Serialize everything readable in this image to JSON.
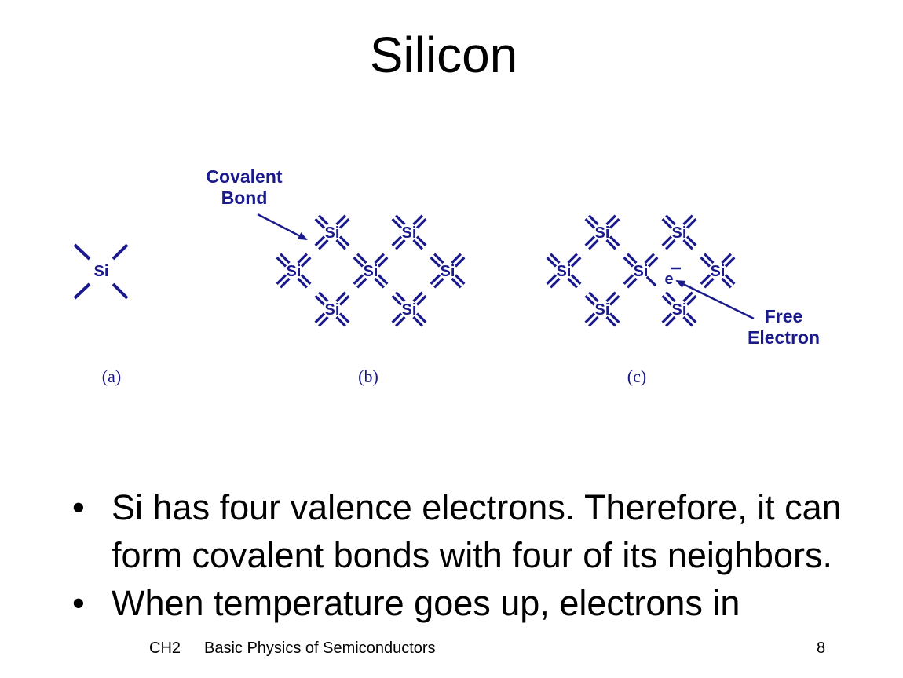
{
  "slide": {
    "title": "Silicon",
    "page_number": "8"
  },
  "footer": {
    "course": "CH2",
    "subject": "Basic Physics of Semiconductors"
  },
  "diagram": {
    "colors": {
      "bond": "#1a1a8c",
      "label": "#1a1a8c"
    },
    "atom_label": "Si",
    "electron_label": "e",
    "callouts": {
      "covalent_line1": "Covalent",
      "covalent_line2": "Bond",
      "free_line1": "Free",
      "free_line2": "Electron"
    },
    "captions": {
      "a": "(a)",
      "b": "(b)",
      "c": "(c)"
    }
  },
  "bullets": [
    "Si has four valence electrons. Therefore, it can form covalent bonds with four of its neighbors.",
    "When temperature goes up, electrons in"
  ]
}
